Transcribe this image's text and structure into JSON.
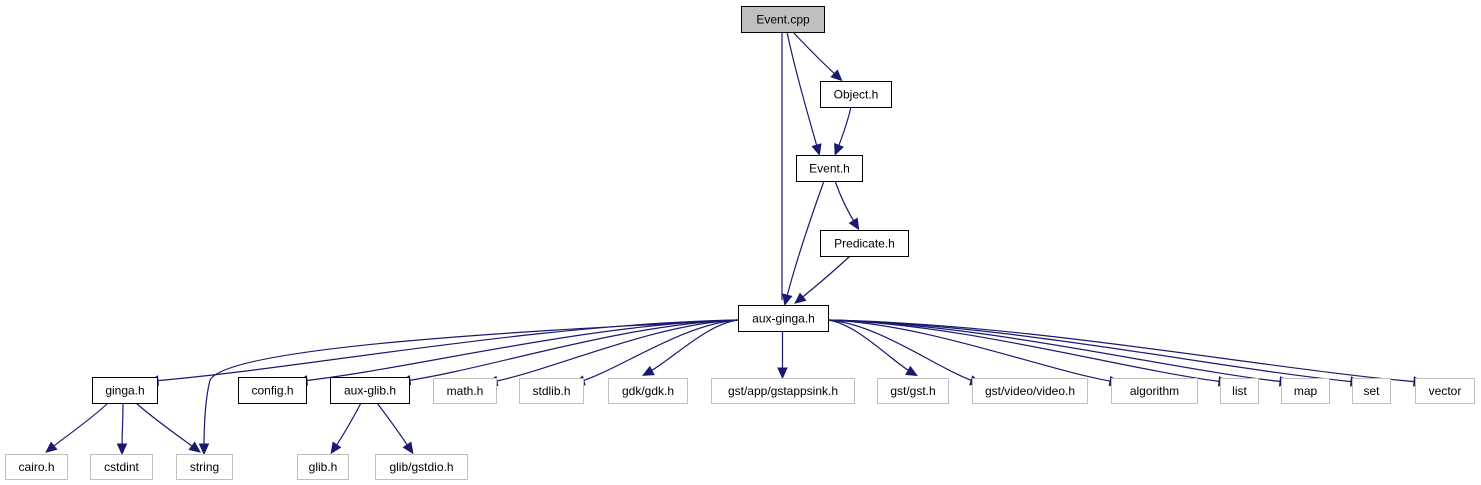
{
  "title": "Event.cpp include dependency graph",
  "colors": {
    "edge": "#191970",
    "root_fill": "#bfbfbf",
    "documented_border": "#000000",
    "external_border": "#bfbfbf",
    "external_text": "#000000"
  },
  "nodes": [
    {
      "id": "event_cpp",
      "label": "Event.cpp",
      "kind": "root"
    },
    {
      "id": "object_h",
      "label": "Object.h",
      "kind": "documented"
    },
    {
      "id": "event_h",
      "label": "Event.h",
      "kind": "documented"
    },
    {
      "id": "predicate_h",
      "label": "Predicate.h",
      "kind": "documented"
    },
    {
      "id": "aux_ginga_h",
      "label": "aux-ginga.h",
      "kind": "documented"
    },
    {
      "id": "ginga_h",
      "label": "ginga.h",
      "kind": "documented"
    },
    {
      "id": "config_h",
      "label": "config.h",
      "kind": "documented"
    },
    {
      "id": "aux_glib_h",
      "label": "aux-glib.h",
      "kind": "documented"
    },
    {
      "id": "math_h",
      "label": "math.h",
      "kind": "external"
    },
    {
      "id": "stdlib_h",
      "label": "stdlib.h",
      "kind": "external"
    },
    {
      "id": "gdk_h",
      "label": "gdk/gdk.h",
      "kind": "external"
    },
    {
      "id": "gstappsink_h",
      "label": "gst/app/gstappsink.h",
      "kind": "external"
    },
    {
      "id": "gst_h",
      "label": "gst/gst.h",
      "kind": "external"
    },
    {
      "id": "video_h",
      "label": "gst/video/video.h",
      "kind": "external"
    },
    {
      "id": "algorithm",
      "label": "algorithm",
      "kind": "external"
    },
    {
      "id": "list",
      "label": "list",
      "kind": "external"
    },
    {
      "id": "map",
      "label": "map",
      "kind": "external"
    },
    {
      "id": "set",
      "label": "set",
      "kind": "external"
    },
    {
      "id": "vector",
      "label": "vector",
      "kind": "external"
    },
    {
      "id": "cairo_h",
      "label": "cairo.h",
      "kind": "external"
    },
    {
      "id": "cstdint",
      "label": "cstdint",
      "kind": "external"
    },
    {
      "id": "string",
      "label": "string",
      "kind": "external"
    },
    {
      "id": "glib_h",
      "label": "glib.h",
      "kind": "external"
    },
    {
      "id": "gstdio_h",
      "label": "glib/gstdio.h",
      "kind": "external"
    }
  ],
  "edges": [
    [
      "event_cpp",
      "object_h"
    ],
    [
      "event_cpp",
      "event_h"
    ],
    [
      "event_cpp",
      "aux_ginga_h"
    ],
    [
      "object_h",
      "event_h"
    ],
    [
      "event_h",
      "predicate_h"
    ],
    [
      "event_h",
      "aux_ginga_h"
    ],
    [
      "predicate_h",
      "aux_ginga_h"
    ],
    [
      "aux_ginga_h",
      "ginga_h"
    ],
    [
      "aux_ginga_h",
      "string"
    ],
    [
      "aux_ginga_h",
      "config_h"
    ],
    [
      "aux_ginga_h",
      "aux_glib_h"
    ],
    [
      "aux_ginga_h",
      "math_h"
    ],
    [
      "aux_ginga_h",
      "stdlib_h"
    ],
    [
      "aux_ginga_h",
      "gdk_h"
    ],
    [
      "aux_ginga_h",
      "gstappsink_h"
    ],
    [
      "aux_ginga_h",
      "gst_h"
    ],
    [
      "aux_ginga_h",
      "video_h"
    ],
    [
      "aux_ginga_h",
      "algorithm"
    ],
    [
      "aux_ginga_h",
      "list"
    ],
    [
      "aux_ginga_h",
      "map"
    ],
    [
      "aux_ginga_h",
      "set"
    ],
    [
      "aux_ginga_h",
      "vector"
    ],
    [
      "ginga_h",
      "cairo_h"
    ],
    [
      "ginga_h",
      "cstdint"
    ],
    [
      "ginga_h",
      "string"
    ],
    [
      "aux_glib_h",
      "glib_h"
    ],
    [
      "aux_glib_h",
      "gstdio_h"
    ]
  ]
}
